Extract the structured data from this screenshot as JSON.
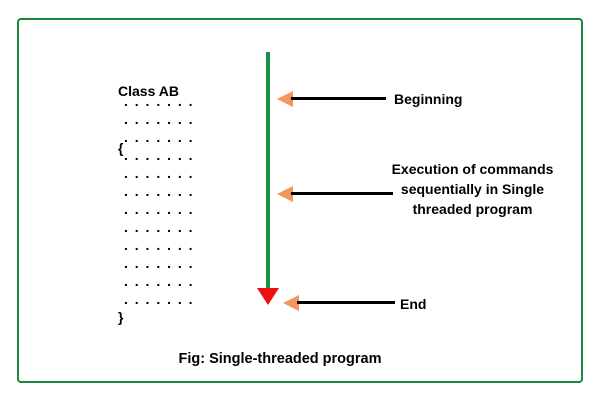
{
  "colors": {
    "border_green": "#17893E",
    "line_green": "#169144",
    "arrow_orange": "#F3955C",
    "arrow_red": "#EE1010",
    "text_black": "#000000"
  },
  "code": {
    "class_line": "Class AB",
    "open_brace": "{",
    "dot_rows": [
      ". . . . . . .",
      ". . . . . . .",
      ". . . . . . .",
      ". . . . . . .",
      ". . . . . . .",
      ". . . . . . .",
      ". . . . . . .",
      ". . . . . . .",
      ". . . . . . .",
      ". . . . . . .",
      ". . . . . . .",
      ". . . . . . ."
    ],
    "close_brace": "}"
  },
  "annotations": {
    "beginning_label": "Beginning",
    "execution_label": "Execution of commands\nsequentially in Single\nthreaded program",
    "end_label": "End"
  },
  "caption": "Fig: Single-threaded program"
}
